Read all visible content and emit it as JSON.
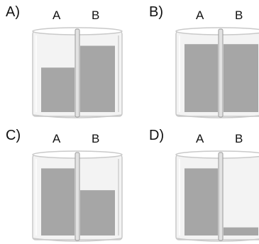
{
  "panels": [
    {
      "letter": "A)",
      "label_a": "A",
      "label_b": "B",
      "level_a": 0.55,
      "level_b": 0.82
    },
    {
      "letter": "B)",
      "label_a": "A",
      "label_b": "B",
      "level_a": 0.84,
      "level_b": 0.84
    },
    {
      "letter": "C)",
      "label_a": "A",
      "label_b": "B",
      "level_a": 0.83,
      "level_b": 0.56
    },
    {
      "letter": "D)",
      "label_a": "A",
      "label_b": "B",
      "level_a": 0.83,
      "level_b": 0.1
    }
  ],
  "colors": {
    "liquid": "#a6a6a6",
    "glass": "#f3f3f3",
    "outline": "#c9c9c9",
    "divider": "#9a9a9a"
  }
}
